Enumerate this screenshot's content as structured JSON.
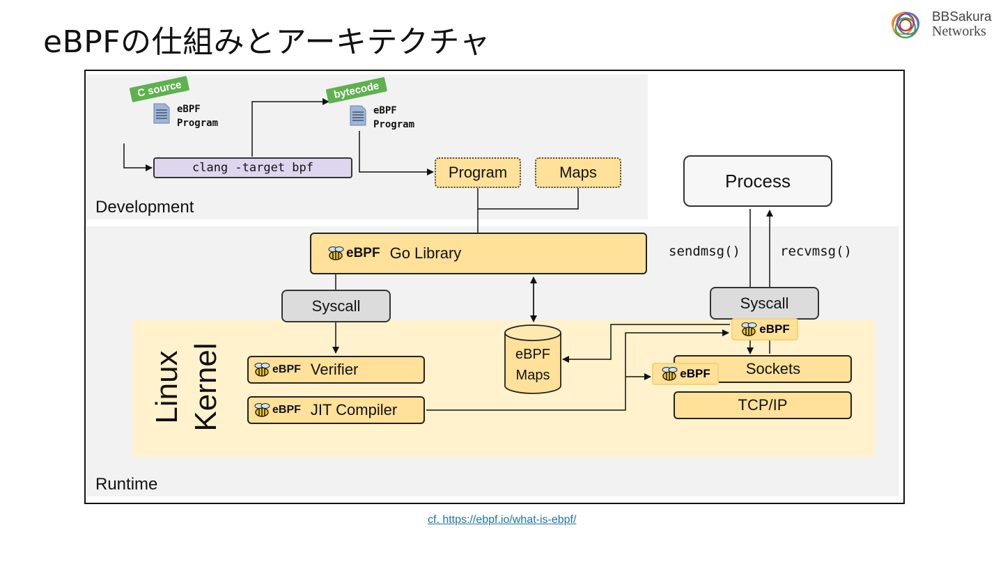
{
  "title": "eBPFの仕組みとアーキテクチャ",
  "logo": {
    "line1": "BBSakura",
    "line2": "Networks"
  },
  "regions": {
    "development": "Development",
    "runtime": "Runtime",
    "kernel": [
      "Linux",
      "Kernel"
    ]
  },
  "development": {
    "c_source_tag": "C source",
    "bytecode_tag": "bytecode",
    "doc_label": [
      "eBPF",
      "Program"
    ],
    "compiler": "clang -target bpf",
    "program": "Program",
    "maps": "Maps"
  },
  "runtime": {
    "ebpf_badge": "eBPF",
    "go_library": "Go Library",
    "syscall_left": "Syscall",
    "verifier": "Verifier",
    "jit": "JIT Compiler",
    "maps_cyl": [
      "eBPF",
      "Maps"
    ],
    "process": "Process",
    "sendmsg": "sendmsg()",
    "recvmsg": "recvmsg()",
    "syscall_right": "Syscall",
    "sockets": "Sockets",
    "tcpip": "TCP/IP"
  },
  "footer": {
    "link": "cf. https://ebpf.io/what-is-ebpf/"
  },
  "colors": {
    "gold": "#ffe199",
    "kernel": "#fff2cc",
    "panel": "#f2f2f2",
    "tag_green": "#5fb14f",
    "link": "#1a73a8"
  }
}
